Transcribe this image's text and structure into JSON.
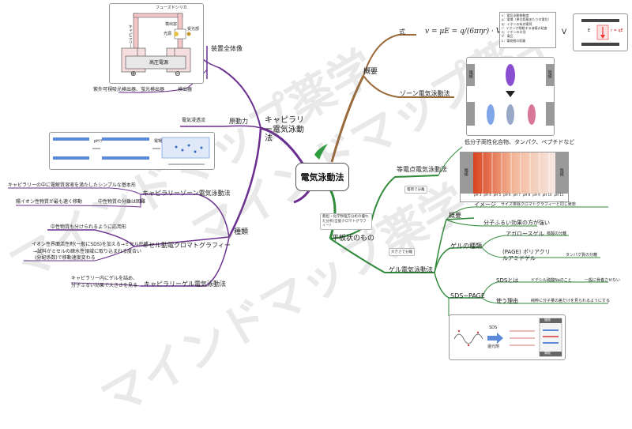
{
  "center": "電気泳動法",
  "branches": {
    "capillary": {
      "label": "キャピラリー電気泳動法",
      "apparatus": {
        "label": "装置全体像",
        "fused_silica": "フューズドシリカ",
        "capillary": "キャピラリー",
        "detector_window": "検出窓",
        "light_source": "光源",
        "photodetector": "受光部",
        "high_voltage": "高圧電源",
        "plus": "⊕",
        "minus": "⊖",
        "uv_detector": "紫外可視吸光検出器、蛍光検出器",
        "detector": "検出器"
      },
      "driving_force": {
        "label": "原動力",
        "sub": "電気浸透流",
        "ph_label": "pH↑",
        "field_label": "電場"
      },
      "types": {
        "label": "種類",
        "items": [
          {
            "label": "キャピラリーゾーン電気泳動法",
            "notes": [
              "キャピラリーの中に電解質溶液を満たしたシンプルな基本形",
              "陽イオン性物質が最も速く移動",
              "中性物質の分離は困難"
            ]
          },
          {
            "label": "ミセル動電クロマトグラフィー",
            "notes": [
              "中性物質も分けられるように応用形",
              "イオン性界面活性剤(一般にSDS)を加える→ミセル形成",
              "→試料がミセルの疎水性領域に取り込まれる度合い",
              "(分配係数)で移動速度変わる"
            ]
          },
          {
            "label": "キャピラリーゲル電気泳動法",
            "notes": [
              "キャピラリー内にゲルを詰め、",
              "分子ふるい効果で大きさを見る"
            ]
          }
        ]
      }
    },
    "overview": {
      "label": "概要",
      "formula": {
        "label": "式",
        "expr": "v = μE = q/(6πηr) · V/L",
        "legend": [
          "v：電気泳動移動度",
          "μ：電場（単位距離あたりの電位）",
          "q：イオンの有効電荷",
          "r：イオンが移動する溶媒の粘度",
          "η：イオンの半径",
          "V：電圧",
          "L：電極間の距離"
        ],
        "v_symbol": "V",
        "e_symbol": "E",
        "r_symbol": "r = qE"
      },
      "zone": {
        "label": "ゾーン電気泳動法",
        "anode": "陽極",
        "cathode": "陰極"
      }
    },
    "plate": {
      "label": "平板状のもの",
      "note_top": "無担・化学物理方分析の優れた分析(全能クロマトグラフィー)",
      "isoelectric": {
        "label": "等電点電気泳動法",
        "note": "電荷で分離",
        "sample": "低分子両性化合物、タンパク、ペプチドなど",
        "anode": "陽極",
        "cathode": "陰極",
        "ph_ticks": [
          "pH 3",
          "pH 4",
          "pH 5",
          "pH 6",
          "pH 7",
          "pH 8",
          "pH 9",
          "pH 10",
          "pH 11"
        ]
      },
      "gel": {
        "label": "ゲル電気泳動法",
        "note": "大きさで分離",
        "overview": {
          "label": "概要",
          "image_label": "イメージ",
          "image_note": "サイズ排除クロマトグラフィーと同じ発想",
          "sieve": "分子ふるい効果の方が強い"
        },
        "gel_types": {
          "label": "ゲルの種類",
          "items": [
            {
              "label": "アガロースゲル",
              "note": "核酸の分離"
            },
            {
              "label": "(PAGE) ポリアクリルアミドゲル",
              "note": "タンパク質の分離"
            }
          ]
        },
        "sds": {
          "label": "SDS−PAGE",
          "what_label": "SDSとは",
          "what_note": "ドデシル硫酸Naのこと",
          "what_note2": "一般に骨養させない",
          "reason_label": "使う理由",
          "reason_note": "純粋に分子量の差だけを見られるようにする",
          "fig_sds": "SDS",
          "fig_reduce": "還元剤",
          "fig_cathode": "陰極",
          "fig_anode": "陽極"
        }
      }
    }
  },
  "watermarks": [
    "マインドマップ薬学",
    "マインドマップ薬学",
    "マインドマップ薬学"
  ],
  "colors": {
    "purple": "#6b2f8f",
    "brown": "#9a6a3a",
    "green": "#2f8a3a",
    "center_green": "#2e9d3e"
  }
}
